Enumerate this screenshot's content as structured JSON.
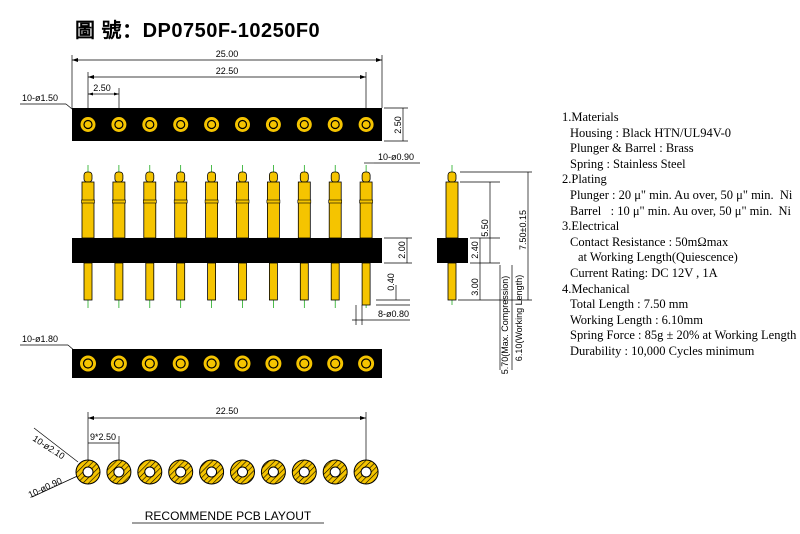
{
  "title": {
    "label": "圖 號",
    "sep": "：",
    "part_number": "DP0750F-10250F0"
  },
  "specs": {
    "materials_heading": "1.Materials",
    "housing": "Housing : Black HTN/UL94V-0",
    "plunger_barrel": "Plunger & Barrel : Brass",
    "spring": "Spring : Stainless Steel",
    "plating_heading": "2.Plating",
    "plunger_plating": "Plunger : 20 μ\" min. Au over, 50 μ\" min.  Ni",
    "barrel_plating": "Barrel   : 10 μ\" min. Au over, 50 μ\" min.  Ni",
    "electrical_heading": "3.Electrical",
    "contact_resistance": "Contact Resistance : 50mΩmax",
    "contact_resistance_note": "at Working Length(Quiescence)",
    "current_rating": "Current Rating: DC 12V , 1A",
    "mechanical_heading": "4.Mechanical",
    "total_length": "Total Length : 7.50 mm",
    "working_length": "Working Length : 6.10mm",
    "spring_force": "Spring Force : 85g ± 20% at Working Length",
    "durability": "Durability : 10,000 Cycles minimum"
  },
  "dimensions": {
    "top_overall": "25.00",
    "top_span": "22.50",
    "top_pitch": "2.50",
    "top_hole": "10-ø1.50",
    "top_height": "2.50",
    "plunger_dia": "10-ø0.90",
    "housing_height": "2.00",
    "tail_length": "0.40",
    "tail_dia": "8-ø0.80",
    "side_total": "7.50±0.15",
    "side_upper": "5.50",
    "side_housing": "2.40",
    "side_lower": "3.00",
    "max_compression": "5.70(Max. Compression)",
    "working_length_dim": "6.10(Working Length)",
    "bottom_hole": "10-ø1.80",
    "pcb_span": "22.50",
    "pcb_pitch": "9*2.50",
    "pcb_pad_outer": "10-ø2.10",
    "pcb_pad_inner": "10-ø0.90"
  },
  "pcb_layout_caption": "RECOMMENDE PCB LAYOUT",
  "colors": {
    "gold": "#f5c400",
    "gold_dark": "#c99a00",
    "housing": "#000000",
    "leader_green": "#00a000"
  }
}
